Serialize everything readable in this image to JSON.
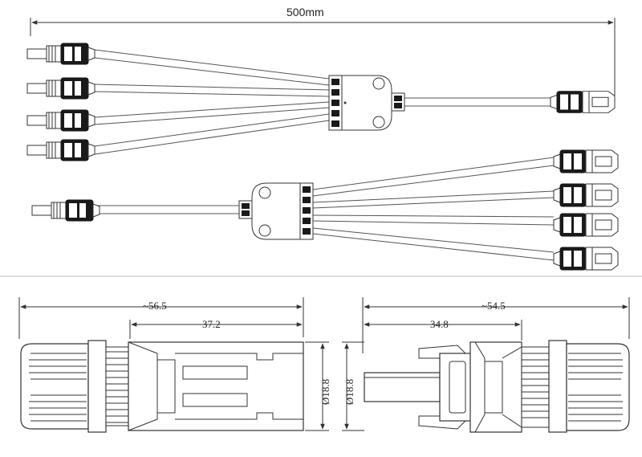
{
  "top_dimension": "500mm",
  "left_connector": {
    "overall_length": "~56.5",
    "body_length": "37.2",
    "diameter": "Ø18.8"
  },
  "right_connector": {
    "overall_length": "~54.5",
    "body_length": "34.8",
    "diameter": "Ø18.8"
  },
  "colors": {
    "line": "#333333",
    "cable": "#555555",
    "dark": "#1a1a1a",
    "divider": "#dddddd"
  }
}
